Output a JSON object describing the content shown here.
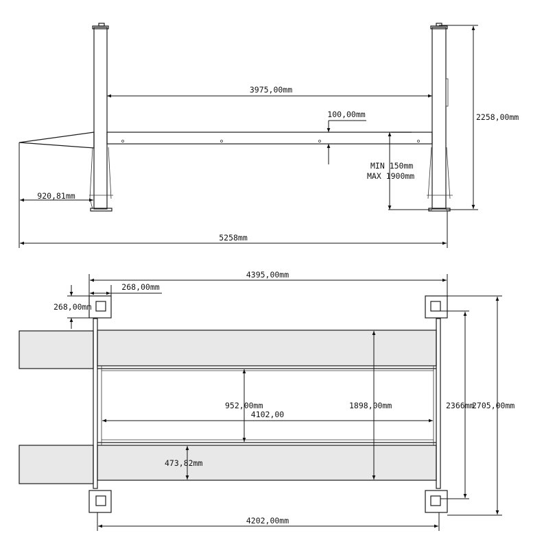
{
  "side_view": {
    "post_spacing": "3975,00mm",
    "runway_thickness": "100,00mm",
    "post_height": "2258,00mm",
    "lift_min": "MIN 150mm",
    "lift_max": "MAX 1900mm",
    "ramp_length": "920,81mm",
    "overall_length": "5258mm"
  },
  "top_view": {
    "overall_length": "4395,00mm",
    "baseplate_width": "268,00mm",
    "baseplate_depth": "268,00mm",
    "inner_gap": "952,00mm",
    "runway_length": "4102,00",
    "outer_runway_width": "1898,00mm",
    "runway_width": "473,82mm",
    "post_inner_width": "2366mm",
    "overall_width": "2705,00mm",
    "post_center_length": "4202,00mm"
  }
}
